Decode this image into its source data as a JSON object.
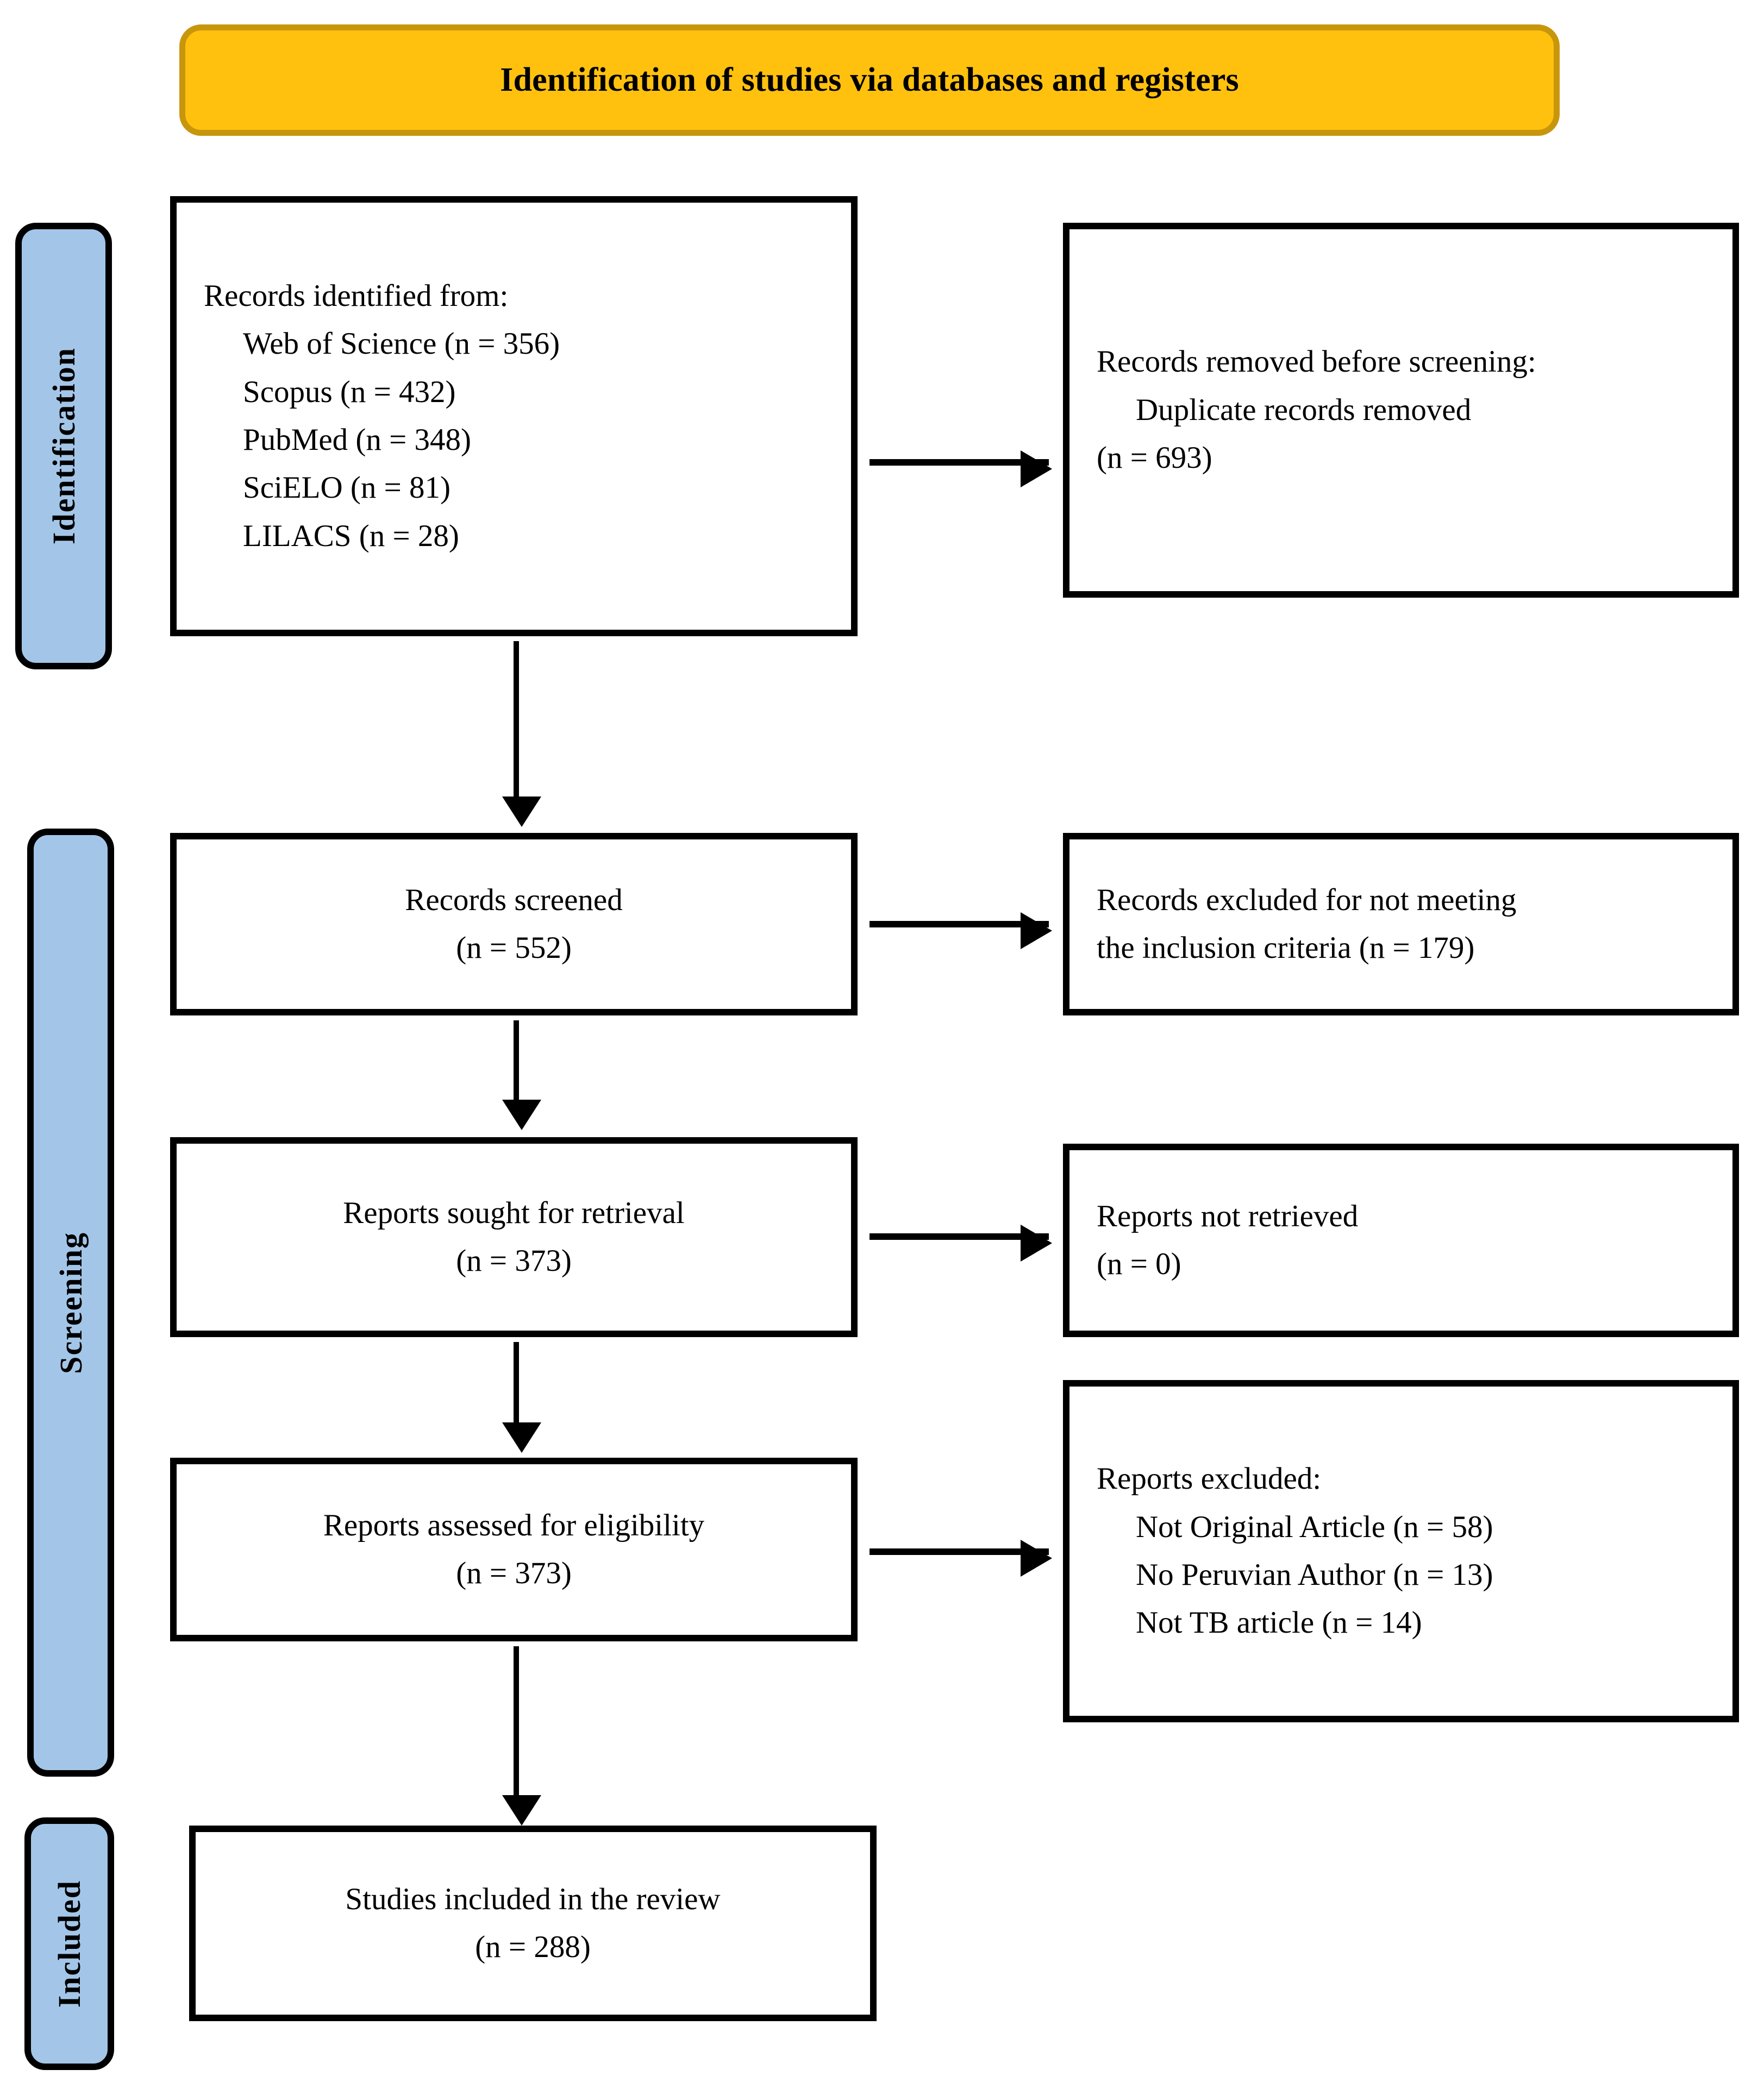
{
  "banner": {
    "title": "Identification of studies via databases and registers"
  },
  "colors": {
    "banner_fill": "#FFC10E",
    "banner_border": "#C8960C",
    "stage_fill": "#A3C6E8",
    "stage_border": "#000000",
    "box_border": "#000000",
    "text": "#000000",
    "background": "#FFFFFF"
  },
  "stages": [
    {
      "id": "identification",
      "label": "Identification"
    },
    {
      "id": "screening",
      "label": "Screening"
    },
    {
      "id": "included",
      "label": "Included"
    }
  ],
  "boxes": {
    "identified": {
      "heading": "Records identified from:",
      "sources": [
        "Web of Science (n = 356)",
        "Scopus (n = 432)",
        "PubMed (n = 348)",
        "SciELO (n = 81)",
        "LILACS (n = 28)"
      ]
    },
    "removed": {
      "heading": "Records removed before screening:",
      "detail": "Duplicate records removed",
      "count": "(n = 693)"
    },
    "screened": {
      "label": "Records screened",
      "count": "(n = 552)"
    },
    "excluded_screening": {
      "line1": "Records excluded for not meeting",
      "line2": "the inclusion criteria (n = 179)"
    },
    "sought": {
      "label": "Reports sought for retrieval",
      "count": "(n = 373)"
    },
    "not_retrieved": {
      "label": "Reports not retrieved",
      "count": "(n = 0)"
    },
    "assessed": {
      "label": "Reports assessed for eligibility",
      "count": "(n = 373)"
    },
    "excluded_eligibility": {
      "heading": "Reports excluded:",
      "reasons": [
        "Not Original Article (n = 58)",
        "No Peruvian Author (n = 13)",
        "Not TB article (n = 14)"
      ]
    },
    "included": {
      "label": "Studies included in the review",
      "count": "(n = 288)"
    }
  },
  "chart_data": {
    "type": "diagram",
    "title": "Identification of studies via databases and registers",
    "nodes": [
      {
        "stage": "Identification",
        "label": "Records identified from:",
        "values": {
          "Web of Science": 356,
          "Scopus": 432,
          "PubMed": 348,
          "SciELO": 81,
          "LILACS": 28
        }
      },
      {
        "stage": "Identification",
        "label": "Records removed before screening: Duplicate records removed",
        "value": 693
      },
      {
        "stage": "Screening",
        "label": "Records screened",
        "value": 552
      },
      {
        "stage": "Screening",
        "label": "Records excluded for not meeting the inclusion criteria",
        "value": 179
      },
      {
        "stage": "Screening",
        "label": "Reports sought for retrieval",
        "value": 373
      },
      {
        "stage": "Screening",
        "label": "Reports not retrieved",
        "value": 0
      },
      {
        "stage": "Screening",
        "label": "Reports assessed for eligibility",
        "value": 373
      },
      {
        "stage": "Screening",
        "label": "Reports excluded",
        "values": {
          "Not Original Article": 58,
          "No Peruvian Author": 13,
          "Not TB article": 14
        }
      },
      {
        "stage": "Included",
        "label": "Studies included in the review",
        "value": 288
      }
    ]
  }
}
